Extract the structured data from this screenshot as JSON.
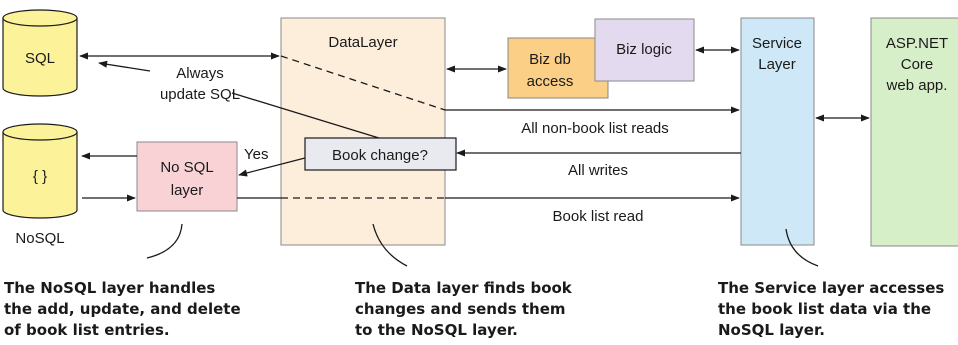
{
  "colors": {
    "db_fill": "#fbf29a",
    "datalayer_fill": "#fdeedc",
    "bizdb_fill": "#fbcf86",
    "bizlogic_fill": "#e4daf0",
    "service_fill": "#cfe8f8",
    "aspnet_fill": "#d7efc8",
    "nosql_layer_fill": "#f9d2d6",
    "book_change_fill": "#e8eaf0",
    "line": "#1a1a1a"
  },
  "nodes": {
    "sql_db": "SQL",
    "nosql_db_symbol": "{ }",
    "nosql_db_caption": "NoSQL",
    "nosql_layer": [
      "No SQL",
      "layer"
    ],
    "data_layer": "DataLayer",
    "book_change": "Book change?",
    "biz_db_access": [
      "Biz db",
      "access"
    ],
    "biz_logic": "Biz logic",
    "service_layer": [
      "Service",
      "Layer"
    ],
    "aspnet_app": [
      "ASP.NET",
      "Core",
      "web app."
    ]
  },
  "edges": {
    "always_update_sql": [
      "Always",
      "update SQL"
    ],
    "yes": "Yes",
    "non_book_reads": "All non-book list reads",
    "all_writes": "All writes",
    "book_list_read": "Book list read"
  },
  "notes": {
    "nosql": [
      "The NoSQL layer handles",
      "the add, update, and delete",
      "of book list entries."
    ],
    "data_layer": [
      "The Data layer finds book",
      "changes and sends them",
      "to the NoSQL layer."
    ],
    "service": [
      "The Service layer accesses",
      "the book list data via the",
      "NoSQL layer."
    ]
  }
}
